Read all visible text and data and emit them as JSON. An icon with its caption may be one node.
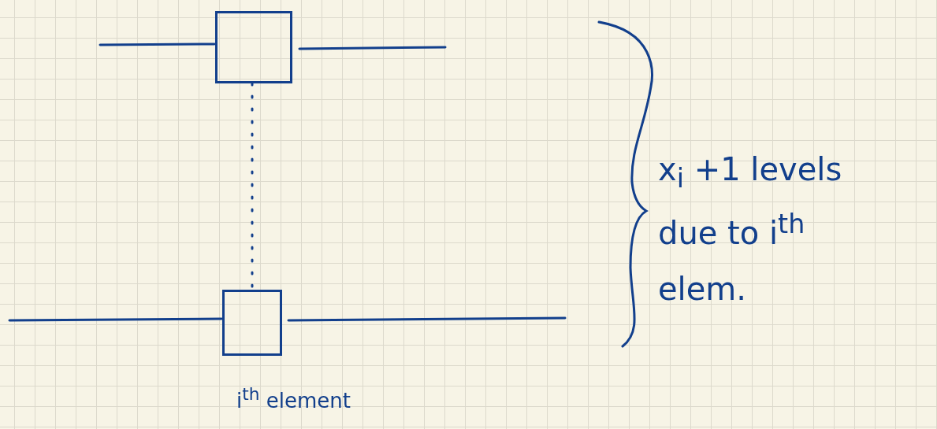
{
  "diagram": {
    "nodes": [
      {
        "text": [],
        "shape": "box"
      },
      {
        "text": [],
        "shape": "box",
        "beside": [
          "i$^{th}$ element"
        ]
      }
    ],
    "edges": [
      {
        "from": 0,
        "to": 1,
        "arrow": "none",
        "style": "dashed"
      }
    ],
    "labels": [
      "x$_{i}$ +1 levels due to i$^{th}$ elem."
    ]
  }
}
